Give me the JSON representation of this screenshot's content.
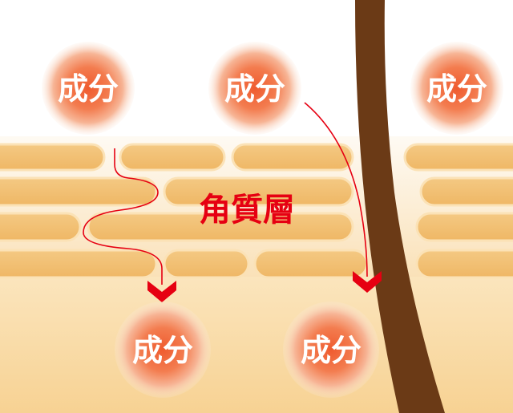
{
  "labels": {
    "ingredient": "成分",
    "stratum_corneum": "角質層"
  },
  "colors": {
    "orb_center": "#f26a3f",
    "orb_edge": "#fbe9dc",
    "cell_fill": "#f2c079",
    "cell_outline": "#f8d9a8",
    "skin_top": "#fdf3e3",
    "skin_bottom": "#f9d79a",
    "hair": "#6b3a16",
    "arrow": "#e60012"
  },
  "icons": {
    "arrow_head": "down-chevron-arrow"
  }
}
